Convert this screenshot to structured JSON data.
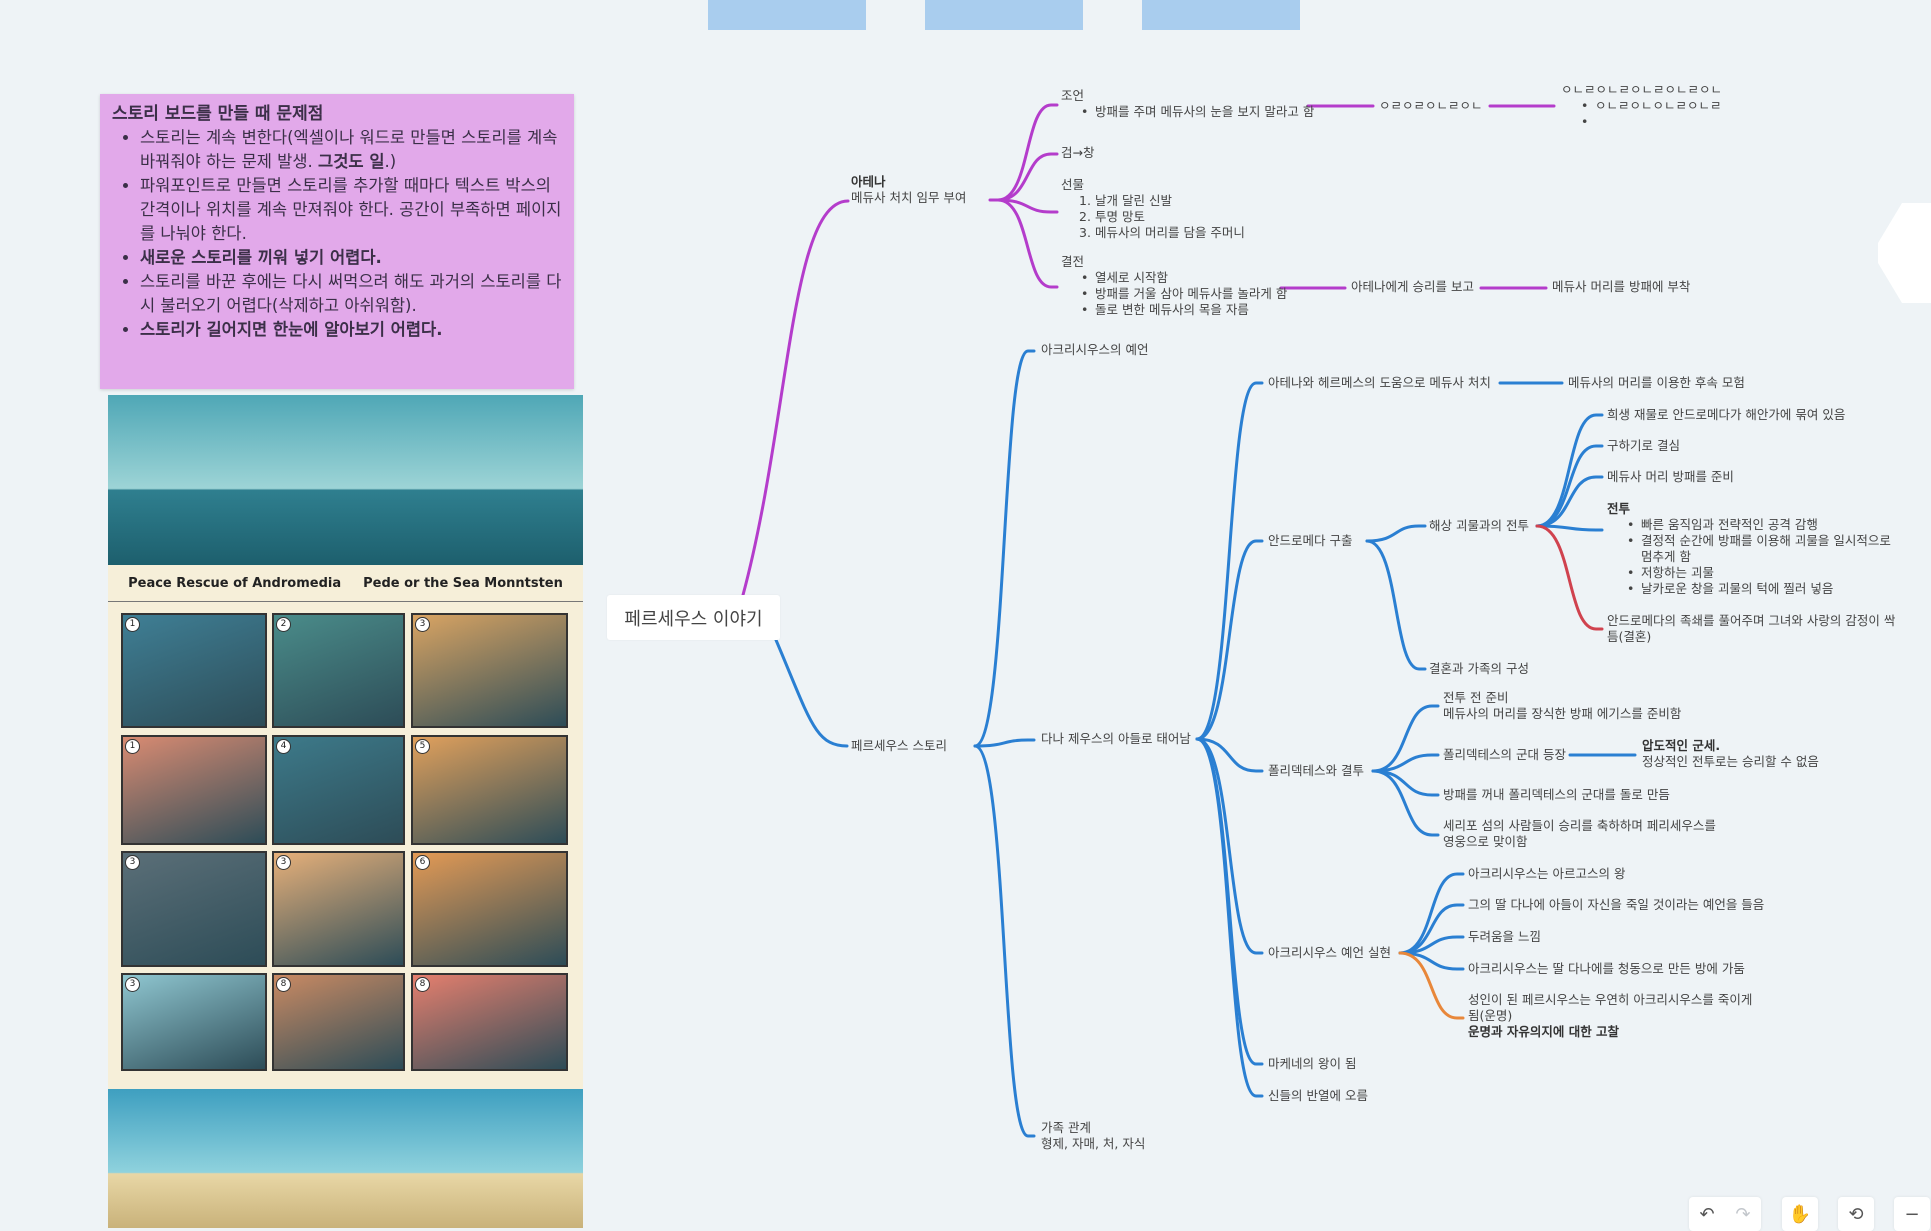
{
  "note": {
    "title": "스토리 보드를 만들 때 문제점",
    "item1_a": "스토리는 계속 변한다(엑셀이나 워드로 만들면 스토리를 계속 바꿔줘야 하는 문제 발생. ",
    "item1_b": "그것도 일",
    "item1_c": ".)",
    "item2": "파워포인트로 만들면 스토리를 추가할 때마다 텍스트 박스의 간격이나 위치를 계속 만져줘야 한다. 공간이 부족하면 페이지를 나눠야 한다.",
    "item3": "새로운 스토리를 끼워 넣기 어렵다.",
    "item4": "스토리를 바꾼 후에는 다시 써먹으려 해도 과거의 스토리를 다시 불러오기 어렵다(삭제하고 아쉬워함).",
    "item5": "스토리가 길어지면 한눈에 알아보기 어렵다."
  },
  "comic": {
    "caption_left": "Peace Rescue of Andromedia",
    "caption_right": "Pede or the Sea Monntsten",
    "panel_numbers": [
      "1",
      "2",
      "3",
      "1",
      "4",
      "5",
      "3",
      "3",
      "6",
      "3",
      "8",
      "8"
    ]
  },
  "mindmap": {
    "root": "페르세우스 이야기",
    "colors": {
      "athena": "#b43ccb",
      "story": "#2a7fd2",
      "red": "#d0424e",
      "orange": "#e8873a"
    },
    "nodes": {
      "athena": [
        {
          "t": "아테나",
          "s": "b"
        },
        {
          "t": "메듀사 처치 임무 부여"
        }
      ],
      "advice": [
        {
          "t": "조언"
        },
        {
          "t": "방패를 주며 메듀사의 눈을 보지 말라고 함",
          "s": "li"
        }
      ],
      "sword": [
        {
          "t": "검→창"
        }
      ],
      "gifts": [
        {
          "t": "선물"
        },
        {
          "t": "날개 달린 신발",
          "s": "num",
          "n": "1"
        },
        {
          "t": "투명 망토",
          "s": "num",
          "n": "2"
        },
        {
          "t": "메듀사의 머리를 담을 주머니",
          "s": "num",
          "n": "3"
        }
      ],
      "battle": [
        {
          "t": "결전"
        },
        {
          "t": "열세로 시작함",
          "s": "li"
        },
        {
          "t": "방패를 거울 삼아 메듀사를 놀라게 함",
          "s": "li"
        },
        {
          "t": "돌로 변한 메듀사의 목을 자름",
          "s": "li"
        }
      ],
      "x1": [
        {
          "t": "ㅇㄹㅇㄹㅇㄴㄹㅇㄴ"
        }
      ],
      "x2": [
        {
          "t": "ㅇㄴㄹㅇㄴㄹㅇㄴㄹㅇㄴㄹㅇㄴ"
        },
        {
          "t": "ㅇㄴㄹㅇㄴㅇㄴㄹㅇㄴㄹ",
          "s": "li"
        },
        {
          "t": "",
          "s": "li"
        }
      ],
      "report": [
        {
          "t": "아테나에게 승리를 보고"
        }
      ],
      "attach": [
        {
          "t": "메듀사 머리를 방패에 부착"
        }
      ],
      "story": [
        {
          "t": "페르세우스 스토리"
        }
      ],
      "prophecy": [
        {
          "t": "아크리시우스의 예언"
        }
      ],
      "born": [
        {
          "t": "다나 제우스의 아들로 태어남"
        }
      ],
      "family": [
        {
          "t": "가족 관계"
        },
        {
          "t": "형제, 자매, 처, 자식"
        }
      ],
      "slay": [
        {
          "t": "아테나와 헤르메스의 도움으로 메듀사 처치"
        }
      ],
      "adventure": [
        {
          "t": "메듀사의 머리를 이용한 후속 모험"
        }
      ],
      "andro": [
        {
          "t": "안드로메다 구출"
        }
      ],
      "seabattle": [
        {
          "t": "해상 괴물과의 전투"
        }
      ],
      "marriage": [
        {
          "t": "결혼과 가족의 구성"
        }
      ],
      "sacrifice": [
        {
          "t": "희생 재물로 안드로메다가 해안가에 묶여 있음"
        }
      ],
      "decide": [
        {
          "t": "구하기로 결심"
        }
      ],
      "prepare": [
        {
          "t": "메듀사 머리 방패를 준비"
        }
      ],
      "fight": [
        {
          "t": "전투",
          "s": "b"
        },
        {
          "t": "빠른 움직임과 전략적인 공격 감행",
          "s": "li"
        },
        {
          "t": "결정적 순간에 방패를 이용해 괴물을 일시적으로 멈추게 함",
          "s": "li"
        },
        {
          "t": "저항하는 괴물",
          "s": "li"
        },
        {
          "t": "날카로운 창을 괴물의 턱에 찔러 넣음",
          "s": "li"
        }
      ],
      "love": [
        {
          "t": "안드로메다의 족쇄를 풀어주며 그녀와 사랑의 감정이 싹틈(결혼)"
        }
      ],
      "poly": [
        {
          "t": "폴리덱테스와 결투"
        }
      ],
      "prep": [
        {
          "t": "전투 전 준비"
        },
        {
          "t": "메듀사의 머리를 장식한 방패 에기스를 준비함"
        }
      ],
      "army": [
        {
          "t": "폴리덱테스의 군대 등장"
        }
      ],
      "overwhelm": [
        {
          "t": "압도적인 군세.",
          "s": "b"
        },
        {
          "t": "정상적인 전투로는 승리할 수 없음"
        }
      ],
      "stone": [
        {
          "t": "방패를 꺼내 폴리덱테스의 군대를 돌로 만듬"
        }
      ],
      "celebrate": [
        {
          "t": "세리포 섬의 사람들이 승리를 축하하며 페리세우스를 영웅으로 맞이함"
        }
      ],
      "fulfill": [
        {
          "t": "아크리시우스 예언 실현"
        }
      ],
      "k1": [
        {
          "t": "아크리시우스는 아르고스의 왕"
        }
      ],
      "k2": [
        {
          "t": "그의 딸 다나에 아들이 자신을 죽일 것이라는 예언을 들음"
        }
      ],
      "k3": [
        {
          "t": "두려움을 느낌"
        }
      ],
      "k4": [
        {
          "t": "아크리시우스는 딸 다나에를 청동으로 만든 방에 가둠"
        }
      ],
      "k5": [
        {
          "t": "성인이 된 페르시우스는 우연히 아크리시우스를 죽이게 됨(운명)"
        },
        {
          "t": "운명과 자유의지에 대한 고찰",
          "s": "b"
        }
      ],
      "mycenae": [
        {
          "t": "마케네의 왕이 됨"
        }
      ],
      "gods": [
        {
          "t": "신들의 반열에 오름"
        }
      ]
    }
  },
  "toolbar": {
    "undo": "undo-icon",
    "redo": "redo-icon",
    "hand": "hand-icon",
    "history": "history-icon",
    "zoom_out": "minus-icon"
  }
}
